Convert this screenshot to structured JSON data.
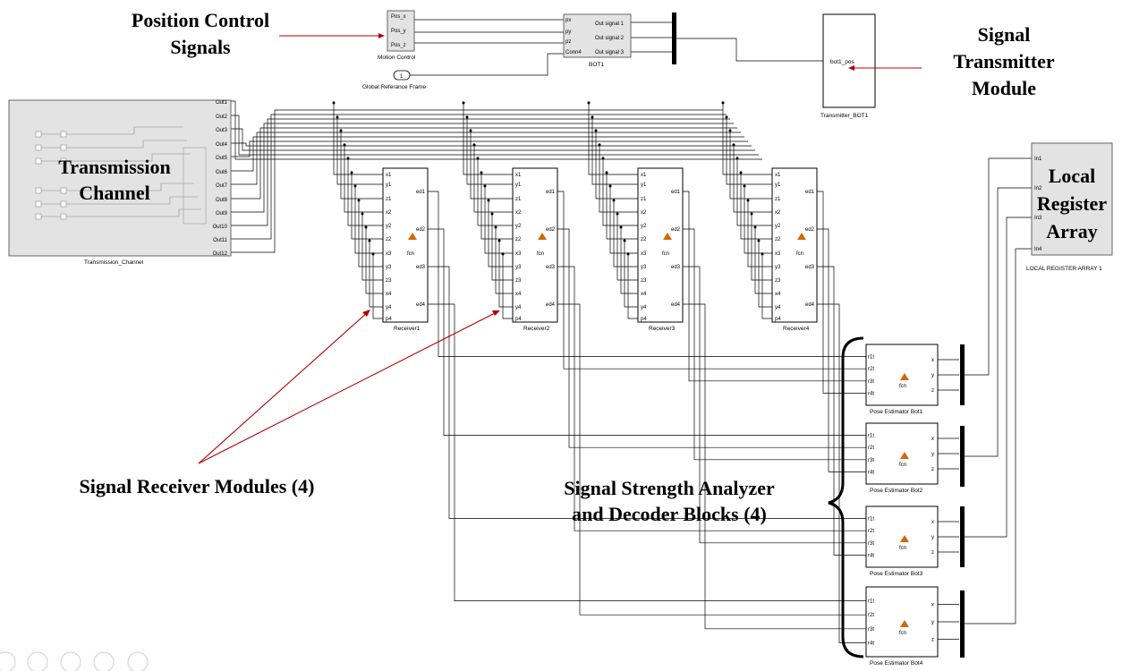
{
  "annotations": {
    "position_control": [
      "Position Control",
      "Signals"
    ],
    "transmitter": [
      "Signal",
      "Transmitter",
      "Module"
    ],
    "channel": [
      "Transmission",
      "Channel"
    ],
    "register": [
      "Local",
      "Register",
      "Array"
    ],
    "receivers": "Signal Receiver Modules (4)",
    "analyzer": [
      "Signal Strength Analyzer",
      "and Decoder Blocks (4)"
    ]
  },
  "motion_control": {
    "label": "Motion Control",
    "ports": [
      "Pos_x",
      "Pos_y",
      "Pos_z"
    ]
  },
  "bot": {
    "label": "BOT1",
    "inputs": [
      "px",
      "py",
      "pz",
      "Conn4"
    ],
    "outputs": [
      "Out signal 1",
      "Out signal 2",
      "Out signal 3"
    ]
  },
  "frame": {
    "number": "1",
    "label": "Global Referance Frame"
  },
  "transmitter": {
    "label": "Transmitter_BOT1",
    "port": "bot1_pos"
  },
  "channel": {
    "label": "Transmission_Channel",
    "outputs": [
      "Out1",
      "Out2",
      "Out3",
      "Out4",
      "Out5",
      "Out6",
      "Out7",
      "Out8",
      "Out9",
      "Out10",
      "Out11",
      "Out12"
    ]
  },
  "receiver_ports": {
    "inputs": [
      "x1",
      "y1",
      "z1",
      "x2",
      "y2",
      "z2",
      "x3",
      "y3",
      "z3",
      "x4",
      "y4",
      "p4"
    ],
    "outputs": [
      "ed1",
      "ed2",
      "ed3",
      "ed4"
    ],
    "fcn": "fcn"
  },
  "receivers": [
    "Receiver1",
    "Receiver2",
    "Receiver3",
    "Receiver4"
  ],
  "register": {
    "label": "LOCAL REGISTER ARRAY 1",
    "inputs": [
      "In1",
      "In2",
      "In3",
      "In4"
    ]
  },
  "estimator_ports": {
    "inputs": [
      "r1t",
      "r2t",
      "r3t",
      "r4t"
    ],
    "outputs": [
      "x",
      "y",
      "z"
    ],
    "fcn": "fcn"
  },
  "estimators": [
    "Pose Estimator Bot1",
    "Pose Estimator Bot2",
    "Pose Estimator Bot3",
    "Pose Estimator Bot4"
  ],
  "toolbar_icons": [
    "next-icon",
    "pen-icon",
    "copy-icon",
    "zoom-icon",
    "more-icon"
  ]
}
